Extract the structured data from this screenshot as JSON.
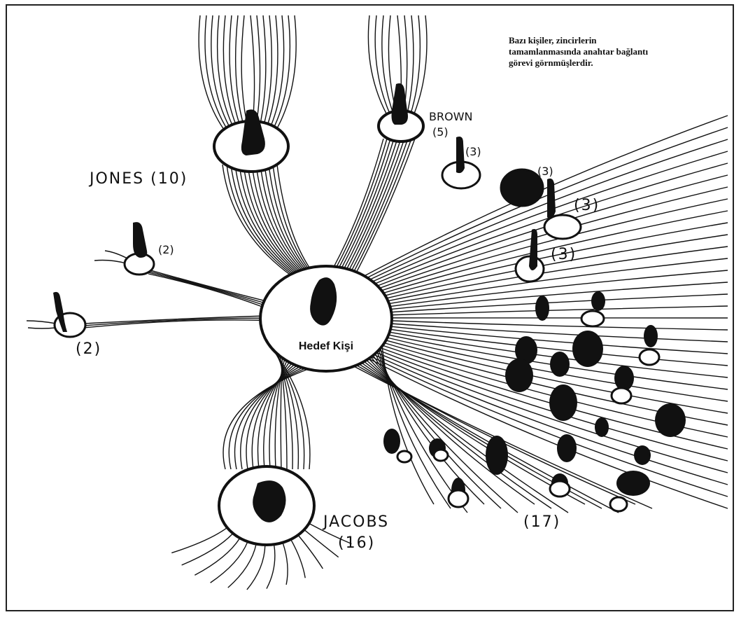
{
  "caption_lines": [
    "Bazı kişiler, zincirlerin",
    "tamamlanmasında anahtar bağlantı",
    "görevi görnmüşlerdir."
  ],
  "target": {
    "label": "Hedef Kişi"
  },
  "people": [
    {
      "id": "jones",
      "label": "JONES (10)"
    },
    {
      "id": "brown",
      "label": "BROWN",
      "count": "(5)"
    },
    {
      "id": "jacobs",
      "label": "JACOBS",
      "count": "(16)"
    },
    {
      "id": "left-upper",
      "count": "(2)"
    },
    {
      "id": "left-lower",
      "count": "(2)"
    },
    {
      "id": "right-a",
      "count": "(3)"
    },
    {
      "id": "right-b",
      "count": "(3)"
    },
    {
      "id": "right-c",
      "count": "(3)"
    },
    {
      "id": "right-d",
      "count": "(3)"
    },
    {
      "id": "cluster",
      "count": "(17)"
    }
  ],
  "colors": {
    "ink": "#111111",
    "paper": "#ffffff",
    "border": "#222222"
  }
}
